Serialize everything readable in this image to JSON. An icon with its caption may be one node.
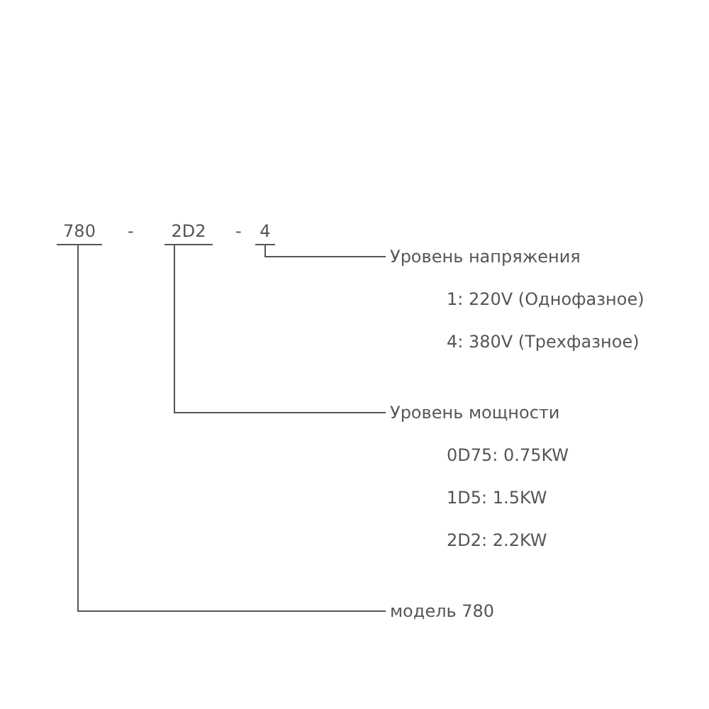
{
  "diagram": {
    "nodes": [
      {
        "text": [
          "780"
        ]
      },
      {
        "text": [
          "2D2"
        ]
      },
      {
        "text": [
          "4"
        ]
      },
      {
        "text": [
          "Уровень напряжения"
        ]
      },
      {
        "text": [
          "Уровень мощности"
        ]
      },
      {
        "text": [
          "модель 780"
        ]
      }
    ],
    "edges": [
      {
        "from": 2,
        "to": 3,
        "arrow": "none"
      },
      {
        "from": 1,
        "to": 4,
        "arrow": "none"
      },
      {
        "from": 0,
        "to": 5,
        "arrow": "none"
      }
    ],
    "labels": [
      "-",
      "-",
      "1: 220V (Однофазное)",
      "4: 380V (Трехфазное)",
      "0D75: 0.75KW",
      "1D5: 1.5KW",
      "2D2: 2.2KW"
    ]
  }
}
